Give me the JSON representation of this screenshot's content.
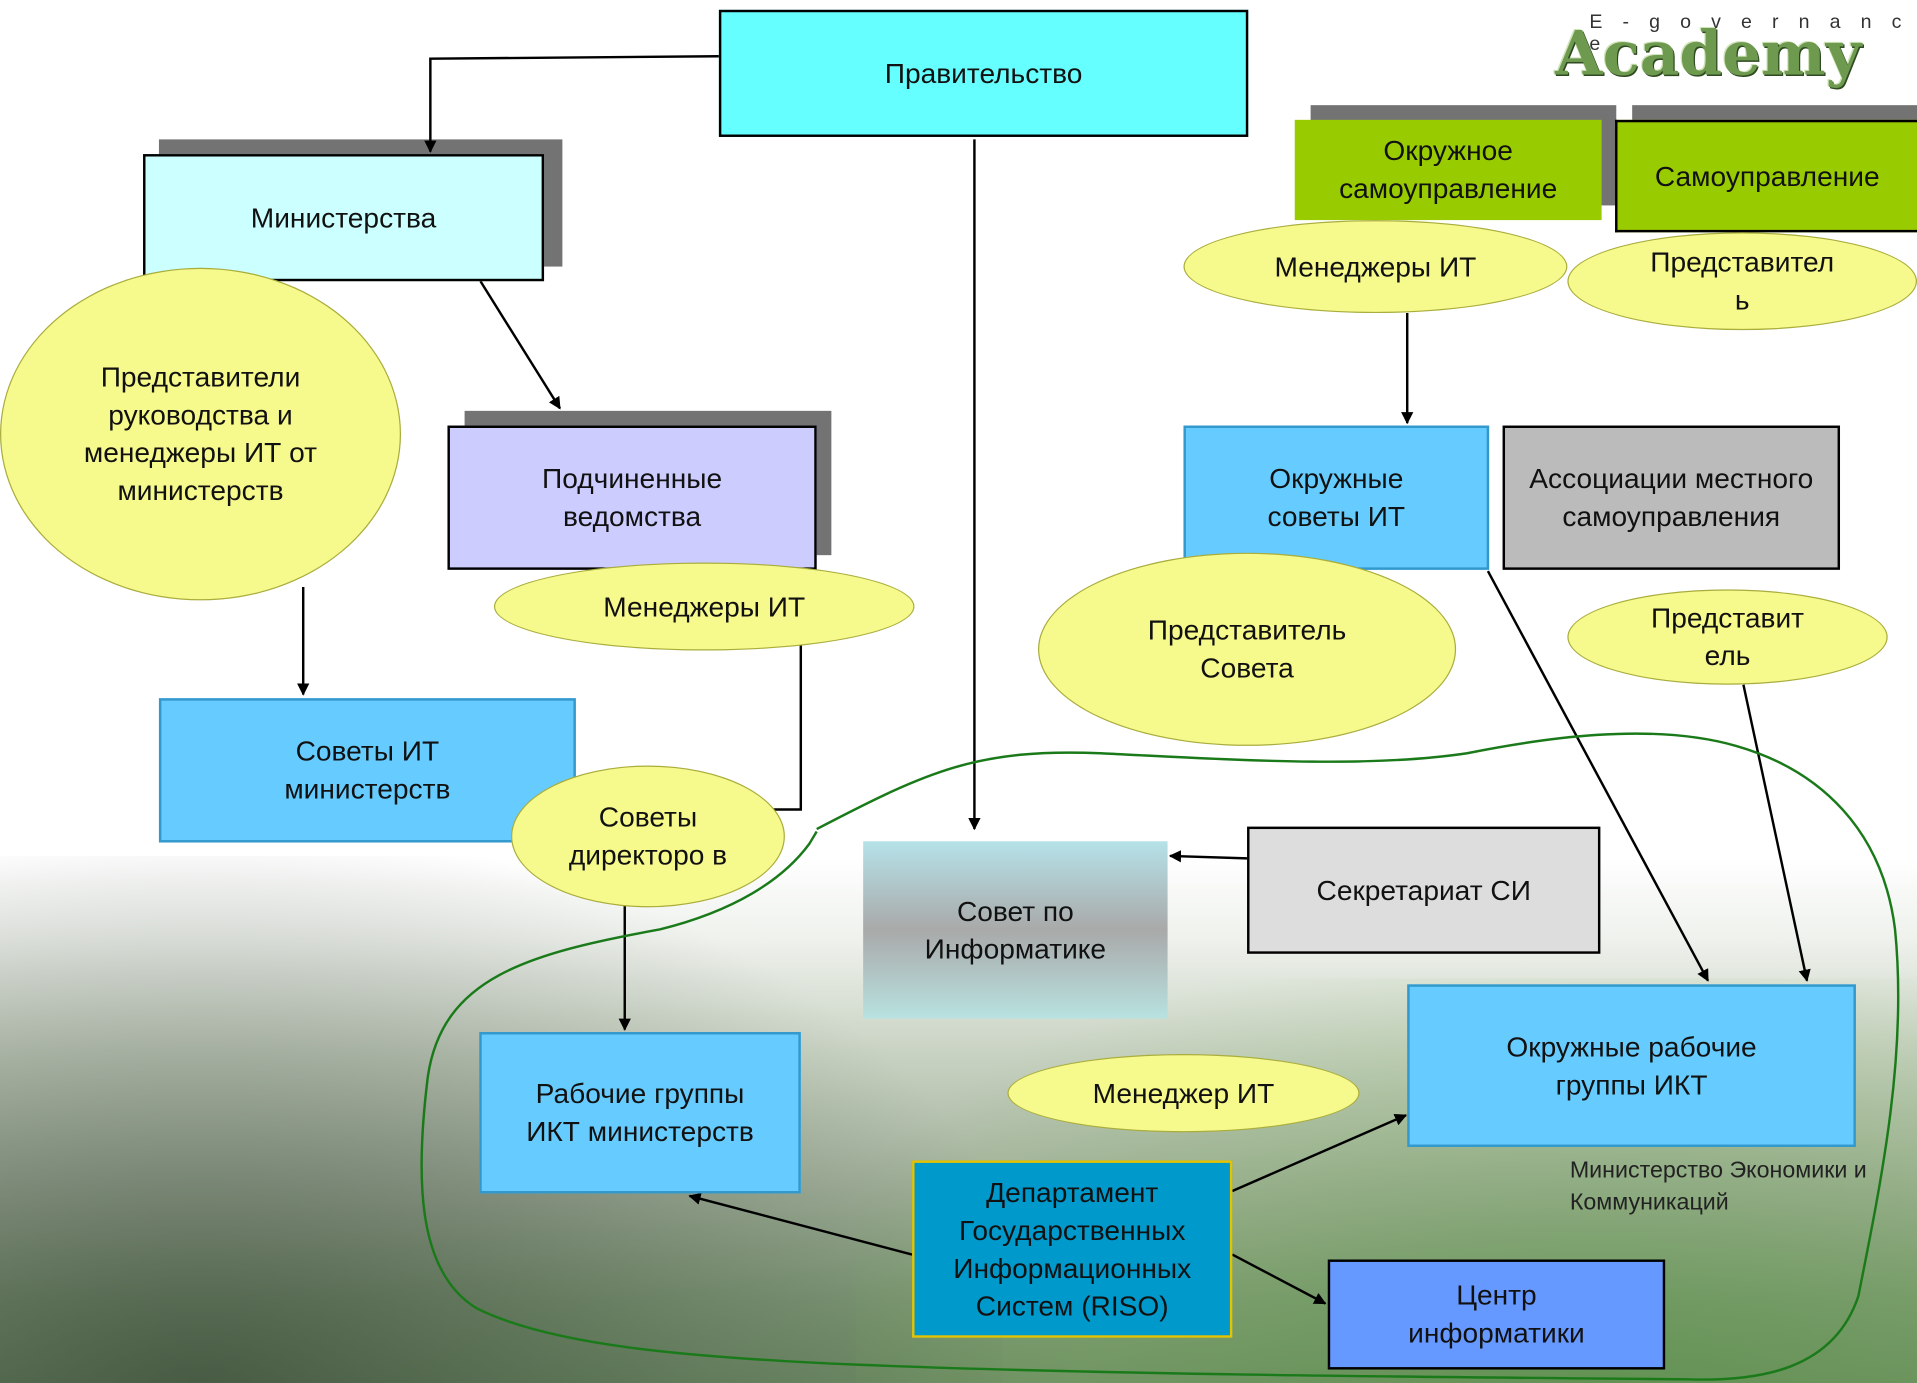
{
  "logo": {
    "top": "E - g o v e r n a n c e",
    "name": "Academy"
  },
  "boxes": {
    "government": "Правительство",
    "ministries": "Министерства",
    "subordinate": "Подчиненные ведомства",
    "it_councils_ministries": "Советы ИТ министерств",
    "ict_workgroups_ministries": "Рабочие группы ИКТ министерств",
    "informatics_council": "Совет по Информатике",
    "secretariat": "Секретариат СИ",
    "riso": "Департамент Государственных Информационных Систем (RISO)",
    "informatics_center": "Центр информатики",
    "county_selfgov": "Окружное самоуправление",
    "selfgov": "Самоуправление",
    "county_it_councils": "Окружные советы ИТ",
    "local_gov_associations": "Ассоциации местного самоуправления",
    "county_ict_workgroups": "Окружные рабочие группы ИКТ"
  },
  "ellipses": {
    "mgmt_reps": "Представители руководства и менеджеры ИТ от министерств",
    "it_managers_sub": "Менеджеры ИТ",
    "directors_councils": "Советы директоро в",
    "it_managers_county": "Менеджеры ИТ",
    "representative_selfgov": "Представител ь",
    "council_rep": "Представитель Совета",
    "representative_assoc": "Представит ель",
    "it_manager": "Менеджер ИТ"
  },
  "note": "Министерство Экономики и Коммуникаций",
  "colors": {
    "government": "#66ffff",
    "ministries": "#ccffff",
    "subordinate": "#ccccff",
    "blue_box": "#66ccff",
    "riso": "#0099cc",
    "informatics_center": "#6699ff",
    "secretariat": "#dddddd",
    "association": "#bbbbbb",
    "green_dark": "#99cc00",
    "ellipse": "#f6f98b",
    "loop": "#1a7a1a"
  }
}
